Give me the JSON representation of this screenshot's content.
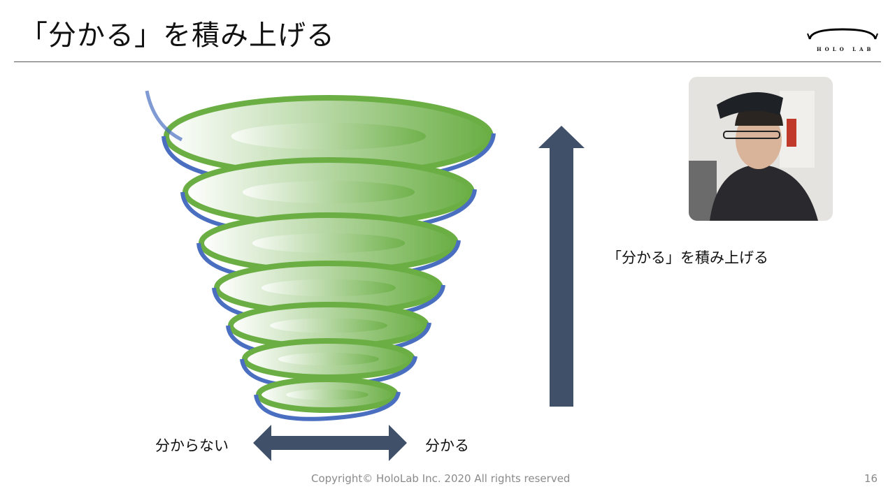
{
  "slide": {
    "title": "「分かる」を積み上げる",
    "logo_text": "HOLO LAB",
    "side_caption": "「分かる」を積み上げる",
    "axis_left_label": "分からない",
    "axis_right_label": "分かる",
    "footer": "Copyright© HoloLab Inc. 2020 All rights reserved",
    "page_number": "16"
  },
  "colors": {
    "arrow": "#3f5068",
    "spiral_blue": "#4a6fc0",
    "spiral_green": "#6aae44"
  }
}
